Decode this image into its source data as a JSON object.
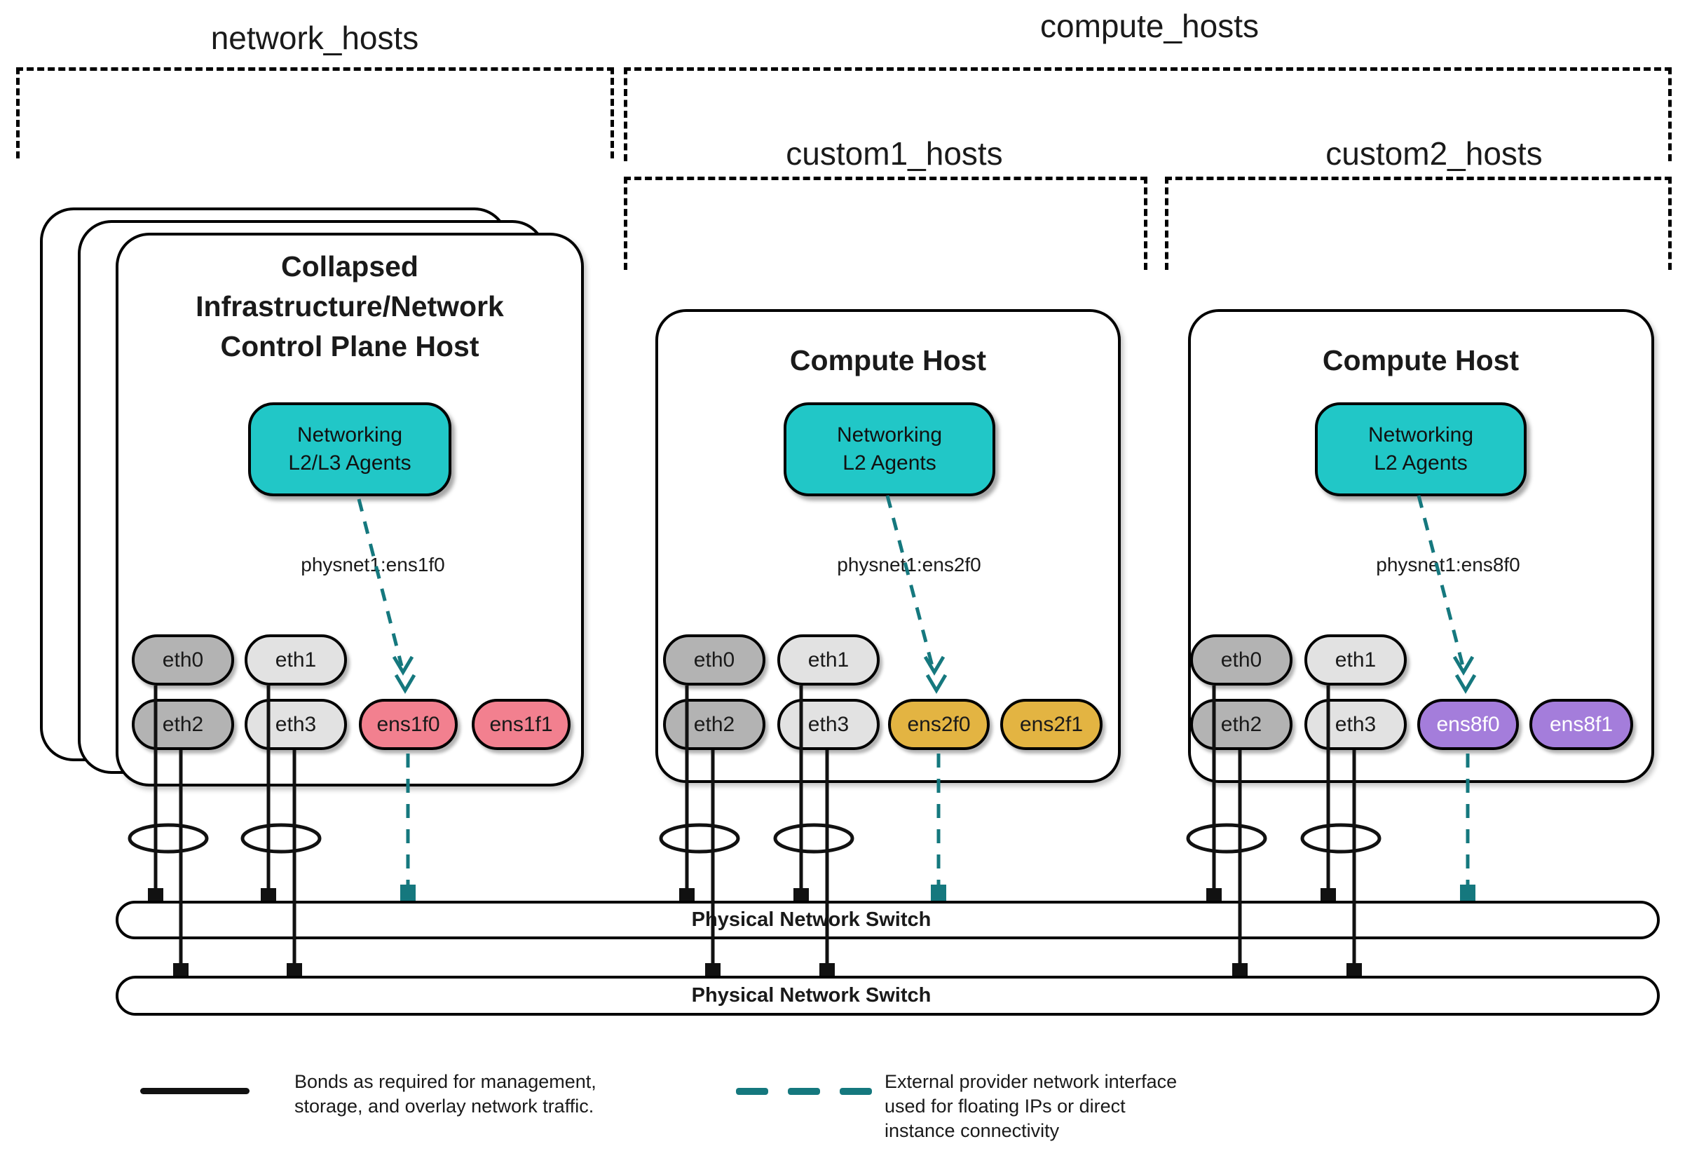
{
  "groups": {
    "network_hosts_label": "network_hosts",
    "compute_hosts_label": "compute_hosts",
    "custom1_hosts_label": "custom1_hosts",
    "custom2_hosts_label": "custom2_hosts"
  },
  "hosts": [
    {
      "title_line1": "Collapsed",
      "title_line2": "Infrastructure/Network",
      "title_line3": "Control Plane Host",
      "agent_line1": "Networking",
      "agent_line2": "L2/L3 Agents",
      "physnet_label": "physnet1:ens1f0",
      "nics": [
        "eth0",
        "eth1",
        "eth2",
        "eth3",
        "ens1f0",
        "ens1f1"
      ],
      "accent_color": "#F2808F"
    },
    {
      "title_line1": "Compute Host",
      "agent_line1": "Networking",
      "agent_line2": "L2 Agents",
      "physnet_label": "physnet1:ens2f0",
      "nics": [
        "eth0",
        "eth1",
        "eth2",
        "eth3",
        "ens2f0",
        "ens2f1"
      ],
      "accent_color": "#E3B442"
    },
    {
      "title_line1": "Compute Host",
      "agent_line1": "Networking",
      "agent_line2": "L2 Agents",
      "physnet_label": "physnet1:ens8f0",
      "nics": [
        "eth0",
        "eth1",
        "eth2",
        "eth3",
        "ens8f0",
        "ens8f1"
      ],
      "accent_color": "#A47DDB"
    }
  ],
  "switches": [
    "Physical Network Switch",
    "Physical Network Switch"
  ],
  "legend": {
    "bond_line1": "Bonds as required for management,",
    "bond_line2": "storage, and overlay network traffic.",
    "external_line1": "External provider network interface",
    "external_line2": "used for floating IPs or direct",
    "external_line3": "instance connectivity"
  },
  "colors": {
    "agent_teal": "#21C7C7",
    "provider_line_teal": "#15787E",
    "bond_line_black": "#111111",
    "nic_gray_dark": "#B3B3B3",
    "nic_gray_light": "#E2E2E2",
    "nic_pink": "#F2808F",
    "nic_gold": "#E3B442",
    "nic_purple": "#A47DDB"
  }
}
